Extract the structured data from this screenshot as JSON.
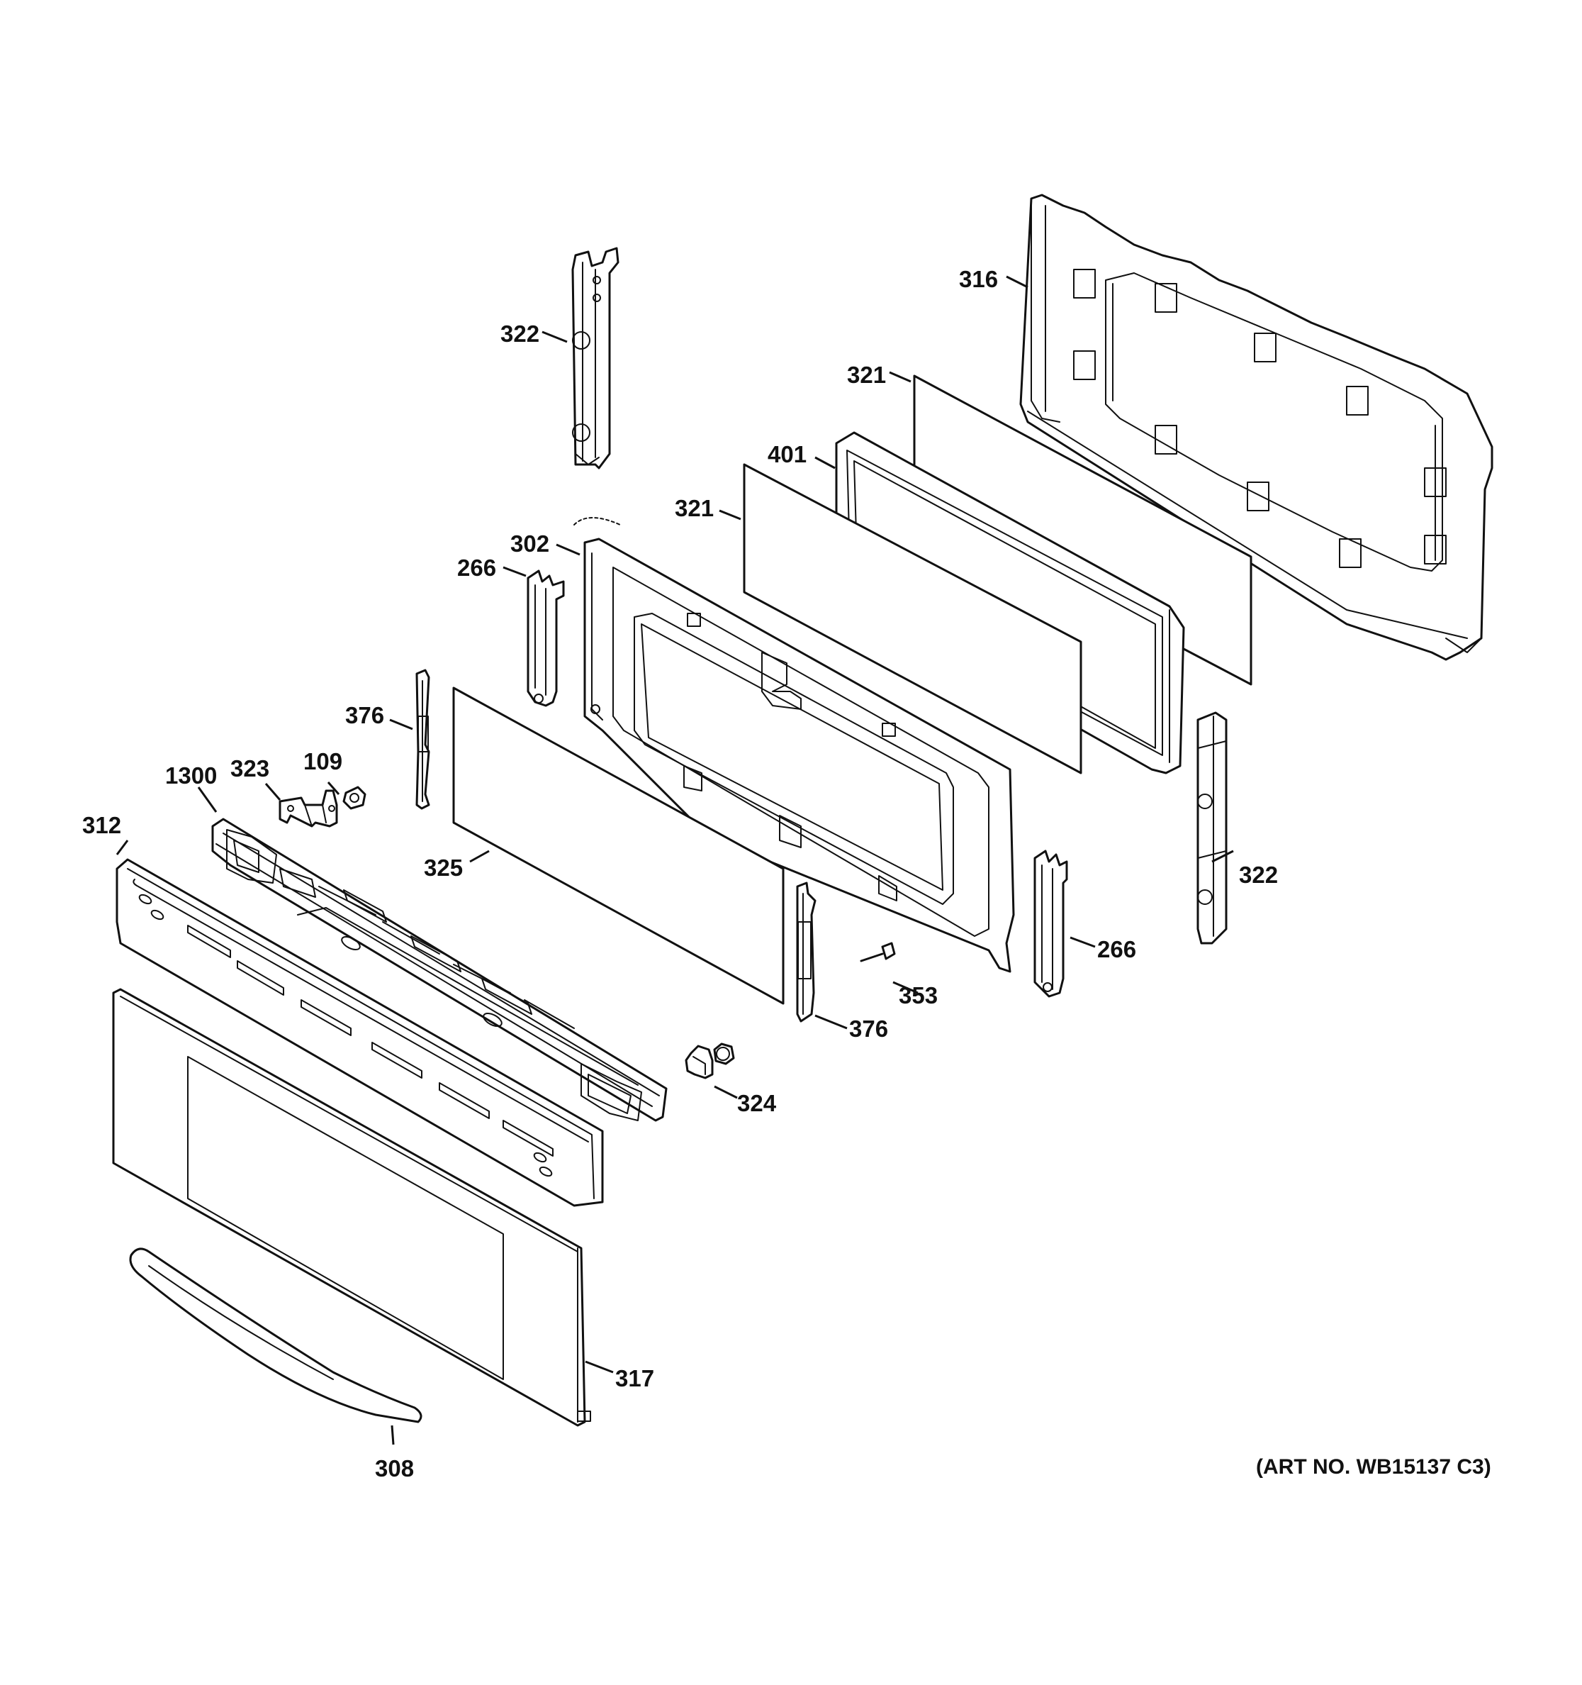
{
  "callouts": {
    "c316": "316",
    "c322_top": "322",
    "c321_top": "321",
    "c401": "401",
    "c321_mid": "321",
    "c302": "302",
    "c266_left": "266",
    "c376_left": "376",
    "c323": "323",
    "c109": "109",
    "c1300": "1300",
    "c312": "312",
    "c325": "325",
    "c322_right": "322",
    "c266_right": "266",
    "c353": "353",
    "c376_right": "376",
    "c324": "324",
    "c317": "317",
    "c308": "308"
  },
  "art_number": "(ART NO. WB15137 C3)"
}
